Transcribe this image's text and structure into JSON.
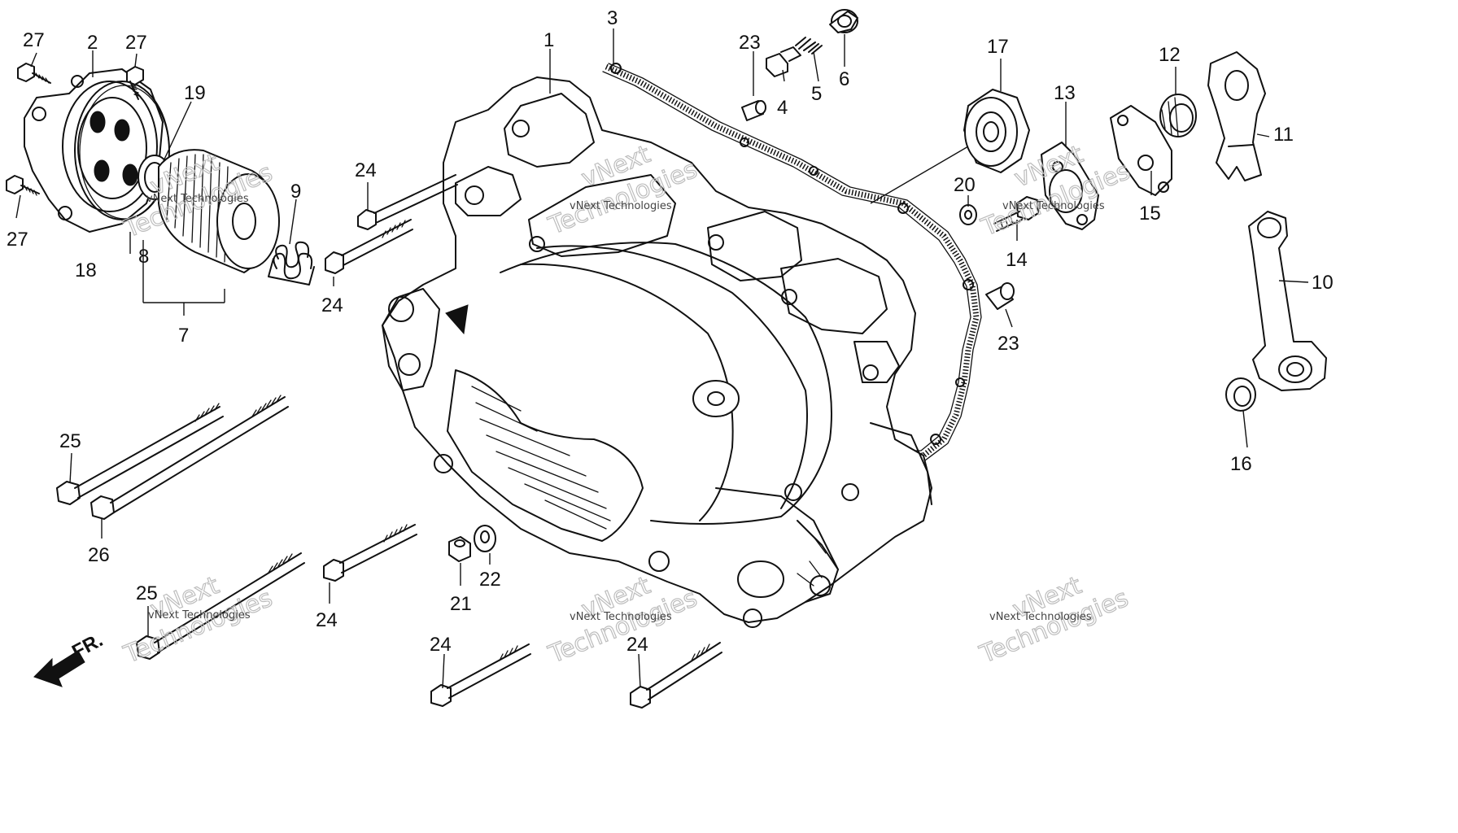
{
  "diagram": {
    "front_label": "FR.",
    "watermark": {
      "line1": "vNext Technologies",
      "line2": "vNext",
      "line3": "Technologies"
    },
    "callouts": [
      {
        "id": "c1",
        "text": "1"
      },
      {
        "id": "c2",
        "text": "2"
      },
      {
        "id": "c3",
        "text": "3"
      },
      {
        "id": "c4",
        "text": "4"
      },
      {
        "id": "c5",
        "text": "5"
      },
      {
        "id": "c6",
        "text": "6"
      },
      {
        "id": "c7",
        "text": "7"
      },
      {
        "id": "c8",
        "text": "8"
      },
      {
        "id": "c9",
        "text": "9"
      },
      {
        "id": "c10",
        "text": "10"
      },
      {
        "id": "c11",
        "text": "11"
      },
      {
        "id": "c12",
        "text": "12"
      },
      {
        "id": "c13",
        "text": "13"
      },
      {
        "id": "c14",
        "text": "14"
      },
      {
        "id": "c15",
        "text": "15"
      },
      {
        "id": "c16",
        "text": "16"
      },
      {
        "id": "c17",
        "text": "17"
      },
      {
        "id": "c18",
        "text": "18"
      },
      {
        "id": "c19",
        "text": "19"
      },
      {
        "id": "c20",
        "text": "20"
      },
      {
        "id": "c21",
        "text": "21"
      },
      {
        "id": "c22",
        "text": "22"
      },
      {
        "id": "c23a",
        "text": "23"
      },
      {
        "id": "c23b",
        "text": "23"
      },
      {
        "id": "c24a",
        "text": "24"
      },
      {
        "id": "c24b",
        "text": "24"
      },
      {
        "id": "c24c",
        "text": "24"
      },
      {
        "id": "c24d",
        "text": "24"
      },
      {
        "id": "c24e",
        "text": "24"
      },
      {
        "id": "c25a",
        "text": "25"
      },
      {
        "id": "c25b",
        "text": "25"
      },
      {
        "id": "c26",
        "text": "26"
      },
      {
        "id": "c27a",
        "text": "27"
      },
      {
        "id": "c27b",
        "text": "27"
      },
      {
        "id": "c27c",
        "text": "27"
      }
    ]
  }
}
